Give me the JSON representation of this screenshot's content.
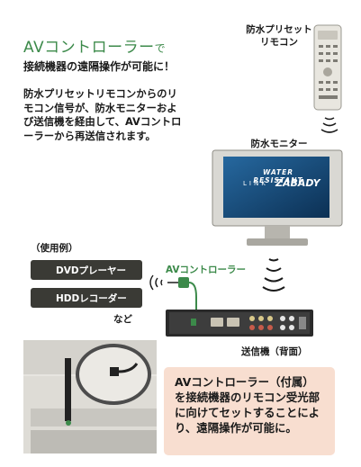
{
  "headline": {
    "main": "AVコントローラー",
    "suffix": "で",
    "sub": "接続機器の遠隔操作が可能に！"
  },
  "description": "防水プリセットリモコンからのリモコン信号が、防水モニターおよび送信機を経由して、AVコントローラーから再送信されます。",
  "labels": {
    "remote": [
      "防水プリセット",
      "リモコン"
    ],
    "monitor": "防水モニター",
    "monitor_screen": [
      "WATER RESISTANT",
      "LINK",
      "ZABADY"
    ],
    "example": "（使用例）",
    "av_controller": "AVコントローラー",
    "transmitter": "送信機（背面）",
    "etc": "など"
  },
  "devices": [
    "DVDプレーヤー",
    "HDDレコーダー"
  ],
  "note": "AVコントローラー（付属）を接続機器のリモコン受光部に向けてセットすることにより、遠隔操作が可能に。",
  "colors": {
    "accent_green": "#3c8a4a",
    "button_bg": "#3a3a35",
    "note_bg": "#f8ded0"
  }
}
